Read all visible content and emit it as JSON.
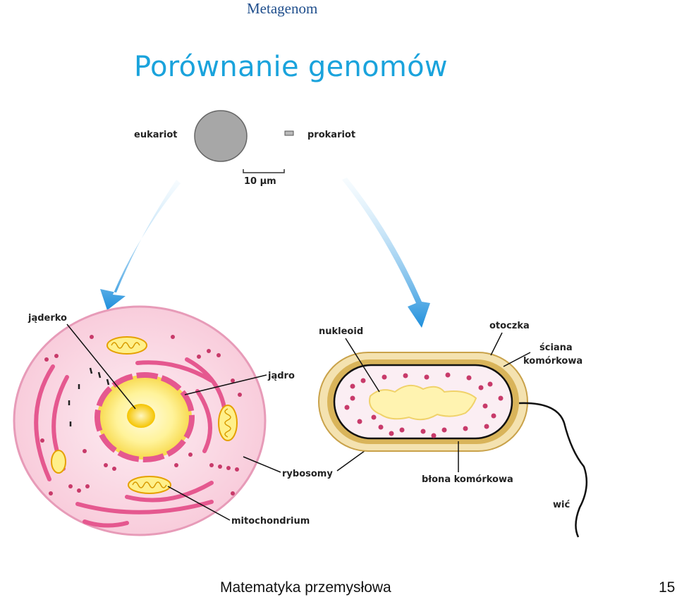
{
  "header": {
    "brand": "Metagenom"
  },
  "slide": {
    "title": "Porównanie genomów"
  },
  "diagram": {
    "labels": {
      "eukaryote": "eukariot",
      "prokaryote": "prokariot",
      "scale": "10 μm",
      "nucleolus": "jąderko",
      "nucleus": "jądro",
      "ribosomes": "rybosomy",
      "mitochondrion": "mitochondrium",
      "nucleoid": "nukleoid",
      "capsule": "otoczka",
      "cell_wall_line1": "ściana",
      "cell_wall_line2": "komórkowa",
      "cell_membrane": "błona komórkowa",
      "flagellum": "wić"
    }
  },
  "footer": {
    "course": "Matematyka przemysłowa",
    "page": "15"
  }
}
